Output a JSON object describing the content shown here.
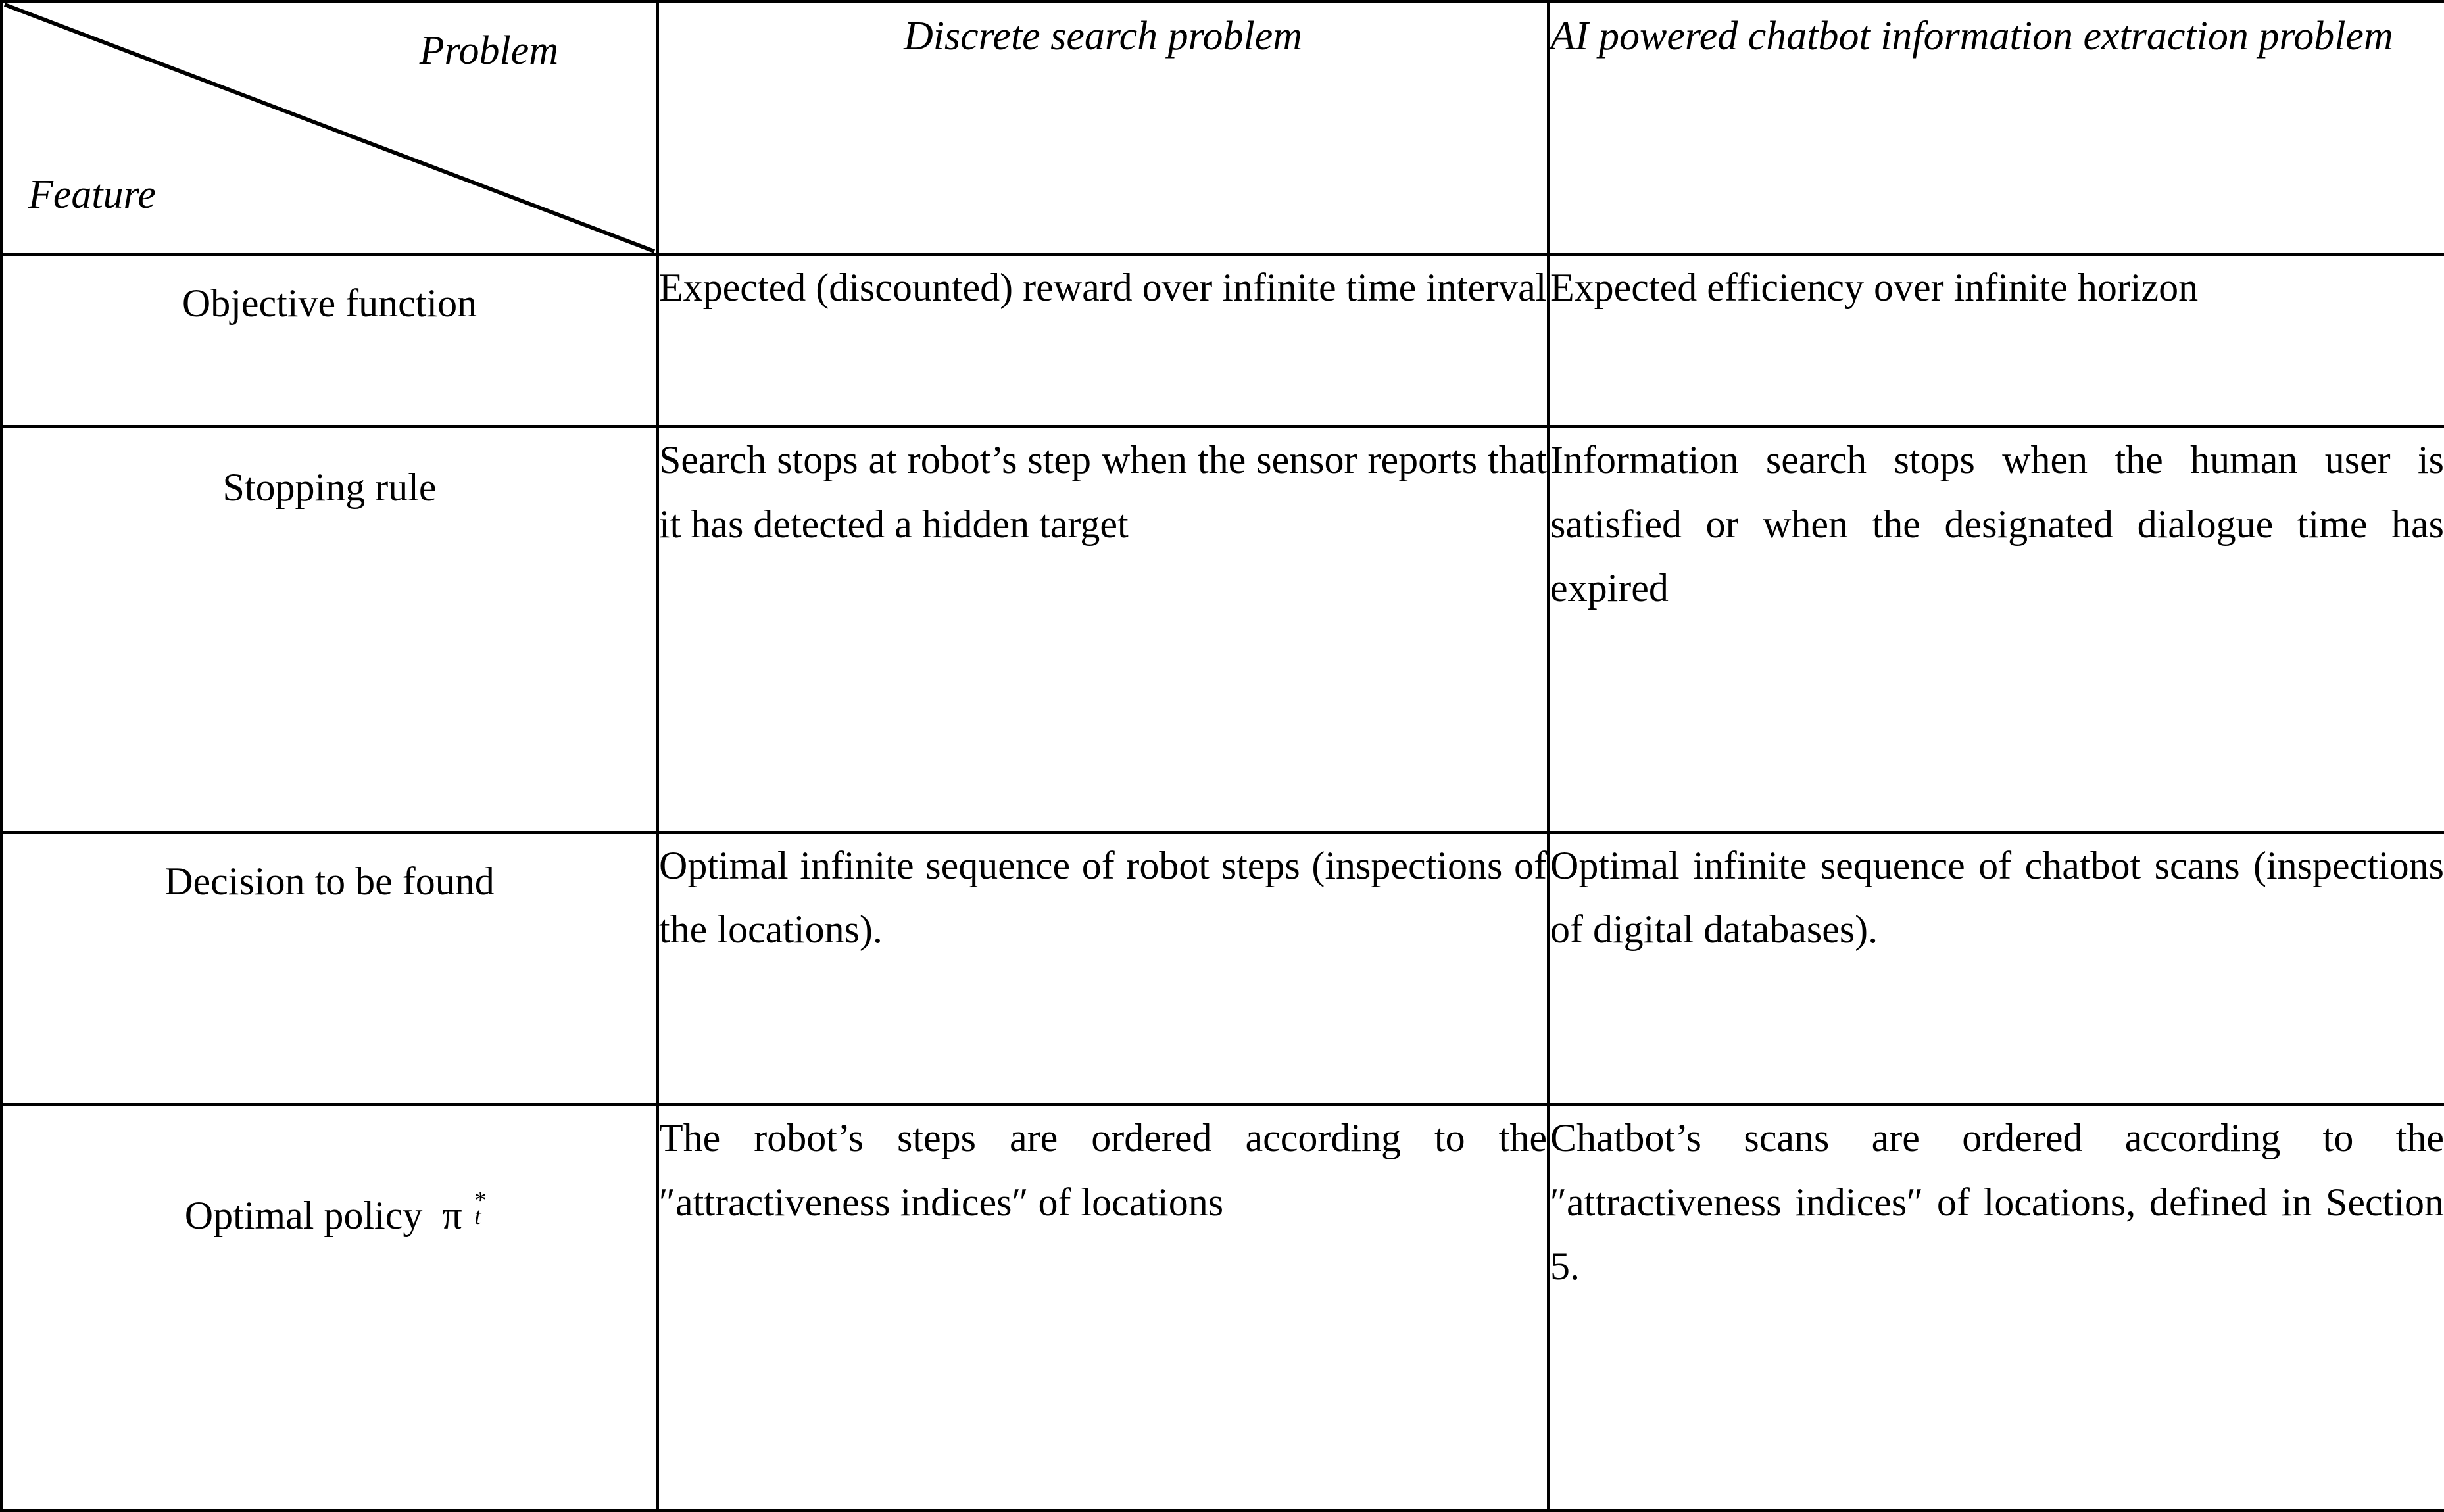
{
  "table": {
    "corner": {
      "top_right_label": "Problem",
      "bottom_left_label": "Feature"
    },
    "columns": [
      {
        "label": "Discrete search problem"
      },
      {
        "label": "AI powered chatbot information extraction problem"
      }
    ],
    "rows": [
      {
        "feature": "Objective function",
        "discrete_search": "Expected (discounted) reward over infinite time interval",
        "chatbot": "Expected efficiency over infinite horizon"
      },
      {
        "feature": "Stopping rule",
        "discrete_search": "Search stops at robot’s step when the sensor reports that it has detected a hidden target",
        "chatbot": "Information search stops when the human user is satisfied or when the designated dialogue time has expired"
      },
      {
        "feature": "Decision to be found",
        "discrete_search": "Optimal infinite sequence of robot steps (inspections of the locations).",
        "chatbot": "Optimal infinite sequence of chatbot scans (inspections of digital databases)."
      },
      {
        "feature_prefix": "Optimal policy",
        "feature_symbol": "π",
        "feature_superscript": "*",
        "feature_subscript": "t",
        "discrete_search": "The robot’s steps are ordered according to the ″attractiveness indices″ of locations",
        "chatbot": "Chatbot’s scans are ordered according to the ″attractiveness indices″ of locations, defined in Section 5."
      }
    ]
  },
  "style": {
    "border_color": "#000000",
    "text_color": "#000000",
    "background": "#ffffff"
  }
}
